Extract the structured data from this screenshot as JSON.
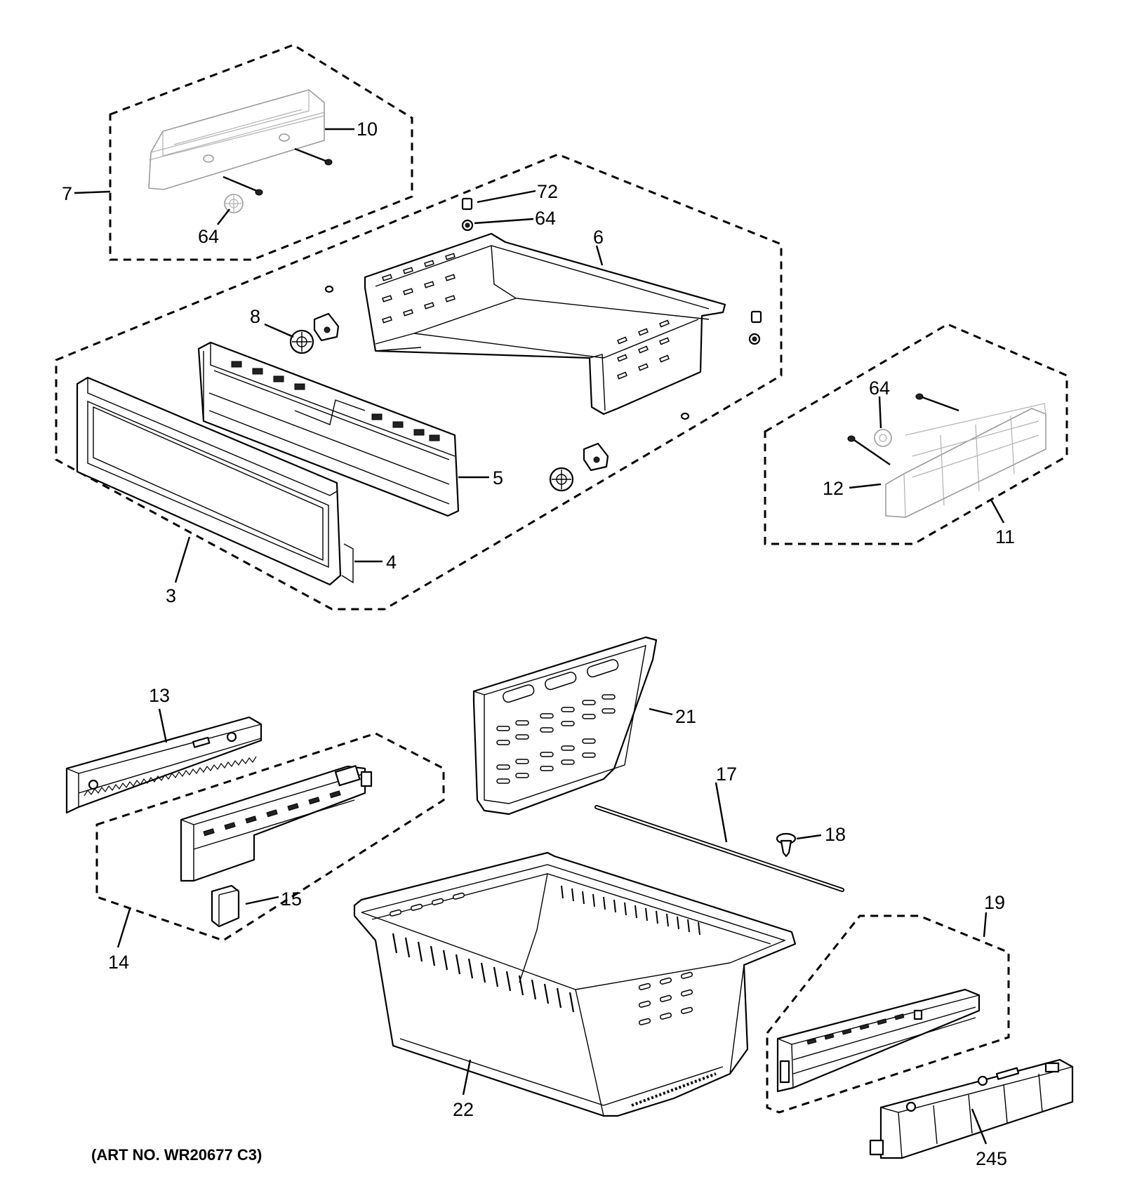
{
  "art_number": "(ART NO. WR20677 C3)",
  "callouts": [
    {
      "id": "c7",
      "text": "7"
    },
    {
      "id": "c10",
      "text": "10"
    },
    {
      "id": "c64a",
      "text": "64"
    },
    {
      "id": "c72",
      "text": "72"
    },
    {
      "id": "c64b",
      "text": "64"
    },
    {
      "id": "c6",
      "text": "6"
    },
    {
      "id": "c8",
      "text": "8"
    },
    {
      "id": "c5",
      "text": "5"
    },
    {
      "id": "c4",
      "text": "4"
    },
    {
      "id": "c3",
      "text": "3"
    },
    {
      "id": "c64c",
      "text": "64"
    },
    {
      "id": "c12",
      "text": "12"
    },
    {
      "id": "c11",
      "text": "11"
    },
    {
      "id": "c13",
      "text": "13"
    },
    {
      "id": "c15",
      "text": "15"
    },
    {
      "id": "c14",
      "text": "14"
    },
    {
      "id": "c21",
      "text": "21"
    },
    {
      "id": "c17",
      "text": "17"
    },
    {
      "id": "c18",
      "text": "18"
    },
    {
      "id": "c19",
      "text": "19"
    },
    {
      "id": "c22",
      "text": "22"
    },
    {
      "id": "c245",
      "text": "245"
    }
  ]
}
